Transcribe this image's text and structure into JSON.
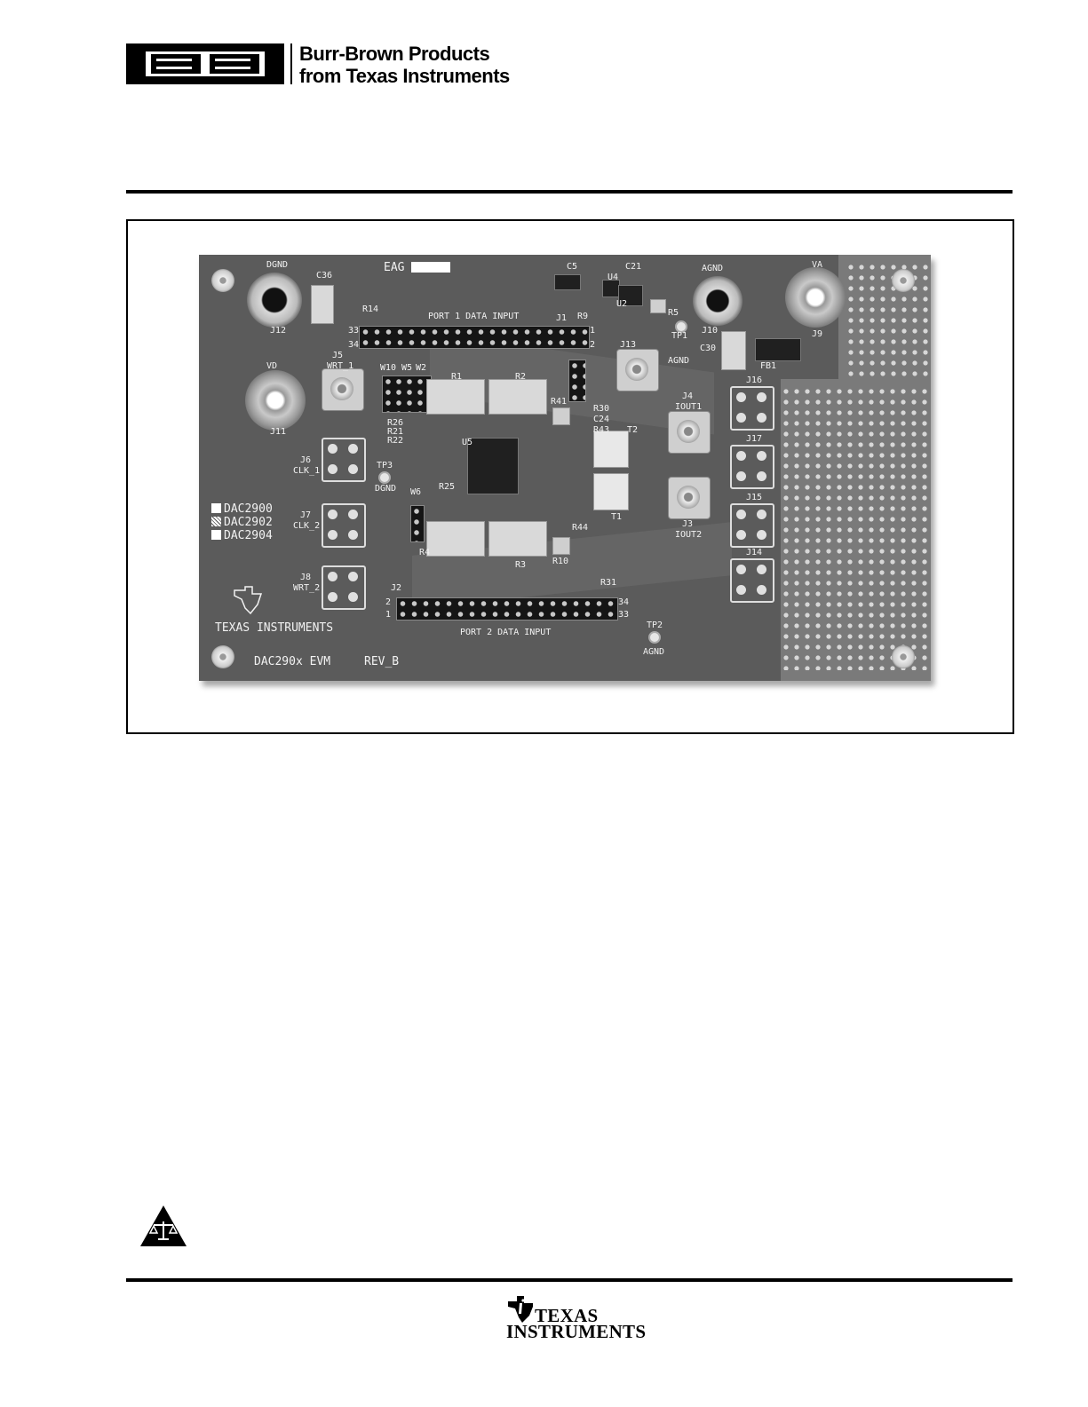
{
  "header": {
    "brand_line1": "Burr-Brown Products",
    "brand_line2": "from Texas Instruments"
  },
  "board": {
    "labels": {
      "dgnd": "DGND",
      "c36": "C36",
      "eag": "EAG",
      "c5": "C5",
      "c21": "C21",
      "u4": "U4",
      "u2": "U2",
      "r5": "R5",
      "r9": "R9",
      "agnd_top": "AGND",
      "va": "VA",
      "j12": "J12",
      "r14": "R14",
      "port1": "PORT 1 DATA INPUT",
      "j1": "J1",
      "pin33": "33",
      "pin34": "34",
      "pin1": "1",
      "pin2": "2",
      "j10": "J10",
      "j9": "J9",
      "tp1": "TP1",
      "agnd_tp1": "AGND",
      "c30": "C30",
      "fb1": "FB1",
      "j13": "J13",
      "vd": "VD",
      "j5": "J5",
      "wrt1": "WRT_1",
      "w10": "W10",
      "w5": "W5",
      "w2": "W2",
      "r1": "R1",
      "r2": "R2",
      "r41": "R41",
      "r30": "R30",
      "c24": "C24",
      "r43": "R43",
      "j4": "J4",
      "iout1": "IOUT1",
      "j16": "J16",
      "j11": "J11",
      "r26": "R26",
      "r21": "R21",
      "r22": "R22",
      "u5": "U5",
      "t2": "T2",
      "j17": "J17",
      "j6": "J6",
      "clk1": "CLK_1",
      "tp3": "TP3",
      "dgnd_tp3": "DGND",
      "w6": "W6",
      "r25": "R25",
      "t1": "T1",
      "j3": "J3",
      "iout2": "IOUT2",
      "j15": "J15",
      "dac2900": "DAC2900",
      "dac2902": "DAC2902",
      "dac2904": "DAC2904",
      "j7": "J7",
      "clk2": "CLK_2",
      "r44": "R44",
      "r4": "R4",
      "r3": "R3",
      "r10": "R10",
      "j14": "J14",
      "j8": "J8",
      "wrt2": "WRT_2",
      "j2": "J2",
      "r31": "R31",
      "texas_instruments": "TEXAS INSTRUMENTS",
      "port2": "PORT 2 DATA INPUT",
      "tp2": "TP2",
      "agnd_tp2": "AGND",
      "evm": "DAC290x EVM",
      "rev": "REV_B"
    }
  },
  "footer": {
    "ti_line1": "TEXAS",
    "ti_line2": "INSTRUMENTS"
  }
}
